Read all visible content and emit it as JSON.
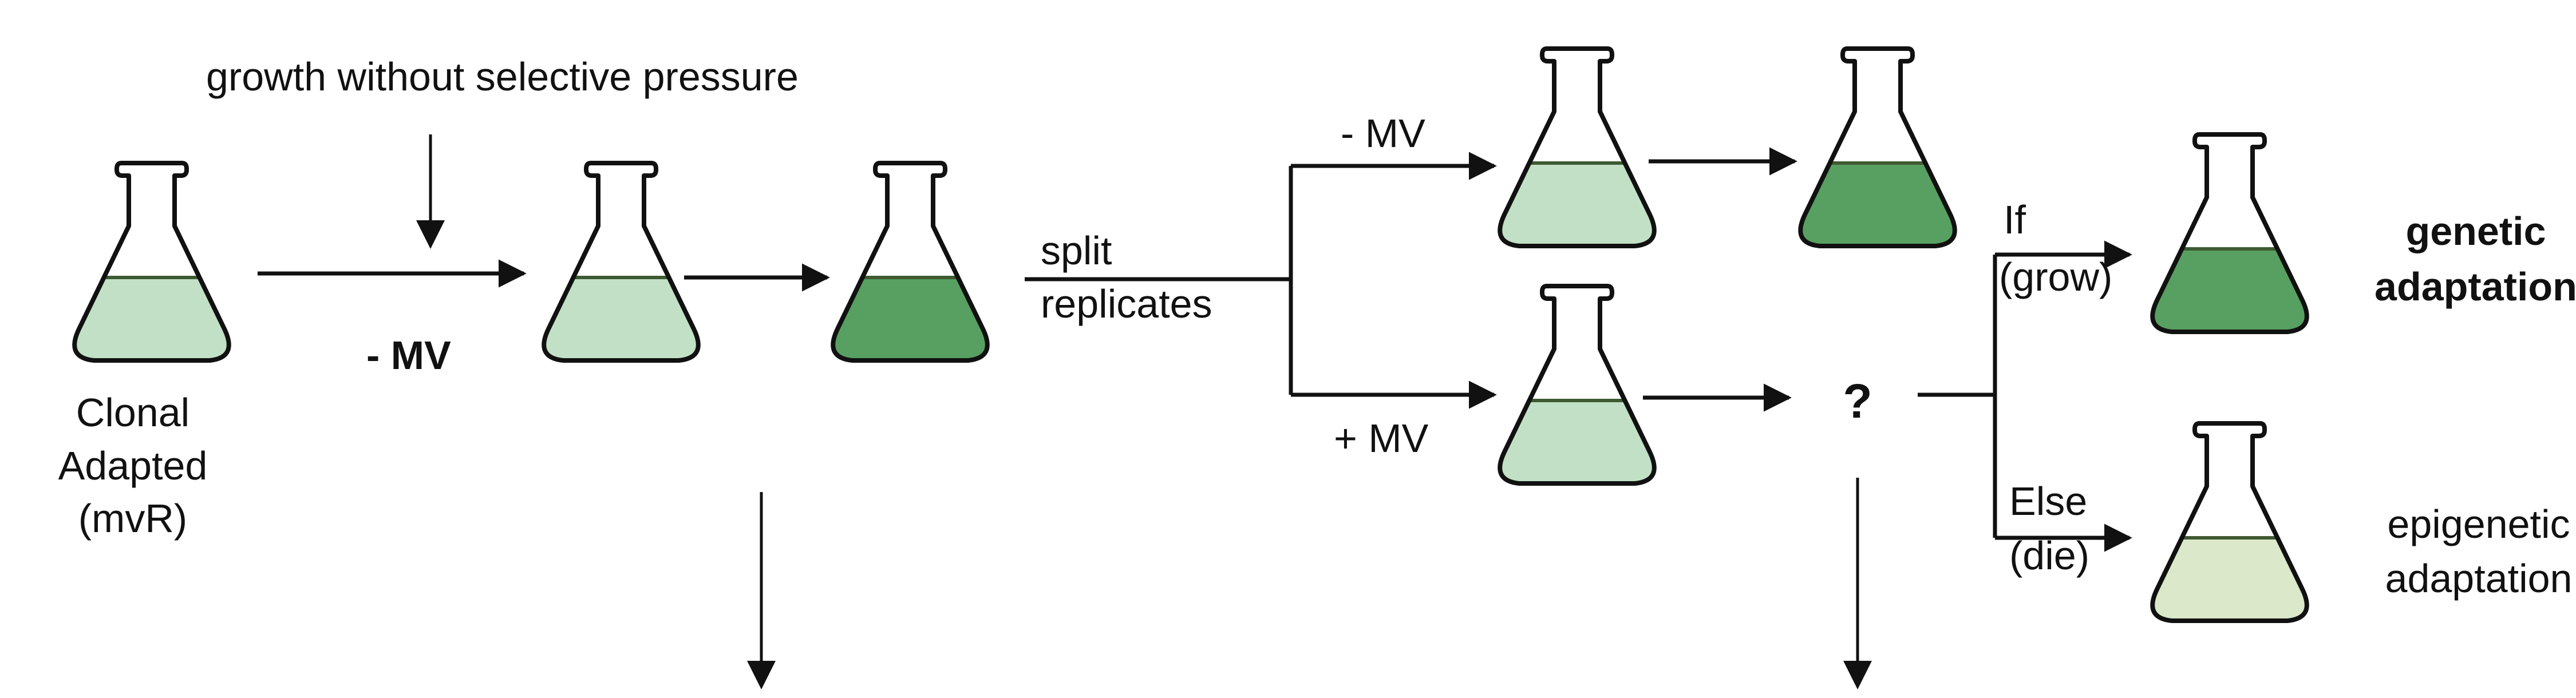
{
  "labels": {
    "growth_without_pressure": "growth without selective pressure",
    "minus_mv_bottom": "- MV",
    "clonal": "Clonal",
    "adapted": "Adapted",
    "mvr": "(mvR)",
    "split": "split",
    "replicates": "replicates",
    "minus_mv_top": "- MV",
    "plus_mv": "+ MV",
    "question": "?",
    "if": "If",
    "grow": "(grow)",
    "else": "Else",
    "die": "(die)",
    "genetic": "genetic",
    "adaptation_genetic": "adaptation",
    "epigenetic": "epigenetic",
    "adaptation_epigenetic": "adaptation"
  },
  "colors": {
    "light_green": "#c2e0c6",
    "dark_green": "#58a061",
    "pale_green": "#dbe8c9",
    "outline": "#111111"
  },
  "flasks": [
    {
      "name": "flask-clonal-start",
      "fill": "light"
    },
    {
      "name": "flask-growth-1",
      "fill": "light"
    },
    {
      "name": "flask-growth-2",
      "fill": "dark"
    },
    {
      "name": "flask-minus-mv-1",
      "fill": "light"
    },
    {
      "name": "flask-minus-mv-2",
      "fill": "dark"
    },
    {
      "name": "flask-plus-mv",
      "fill": "light"
    },
    {
      "name": "flask-genetic",
      "fill": "dark"
    },
    {
      "name": "flask-epigenetic",
      "fill": "pale"
    }
  ]
}
